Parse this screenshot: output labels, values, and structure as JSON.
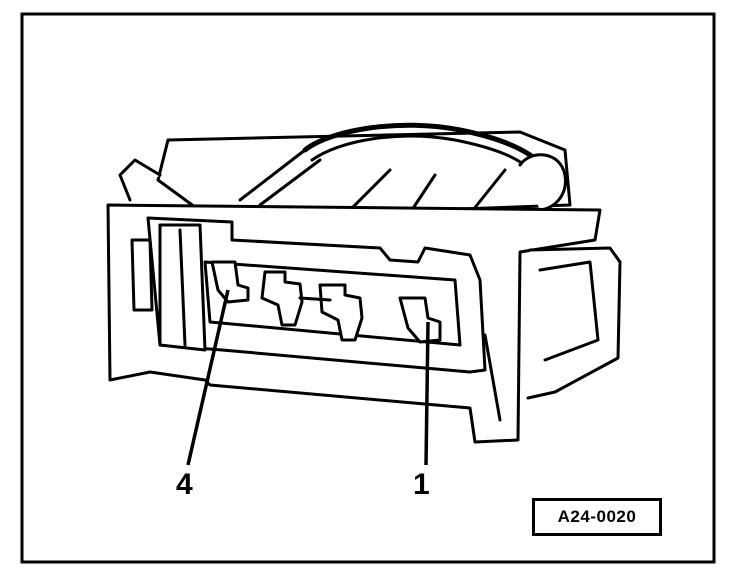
{
  "figure": {
    "callouts": [
      {
        "id": "4",
        "text": "4"
      },
      {
        "id": "1",
        "text": "1"
      }
    ],
    "reference_code": "A24-0020",
    "colors": {
      "ink": "#000000",
      "background": "#ffffff"
    }
  }
}
